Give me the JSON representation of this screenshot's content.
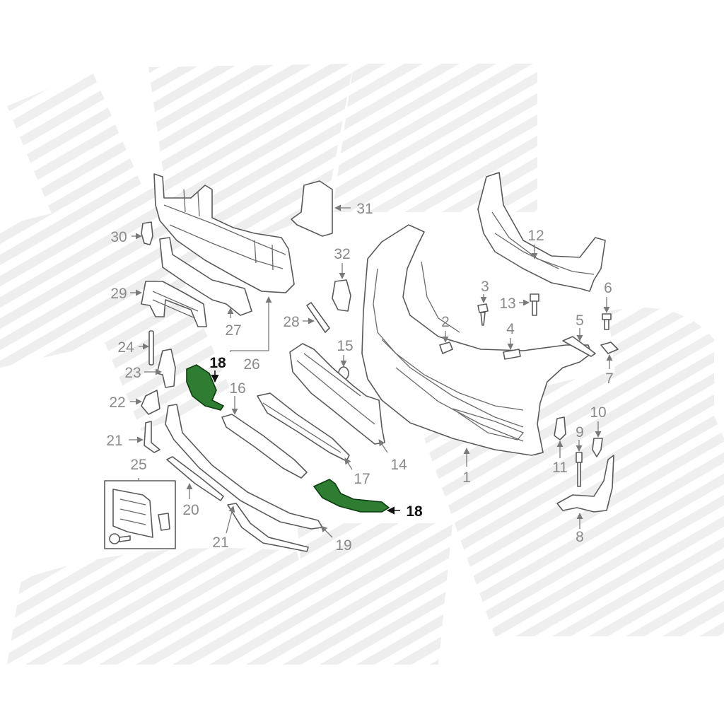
{
  "diagram": {
    "colors": {
      "highlight": "#2e7d32",
      "line": "#5a5a5a",
      "label": "#8a8a8a",
      "highlight_label": "#111111",
      "watermark": "#e6e6e6"
    },
    "callouts": [
      {
        "id": "c1",
        "text": "1"
      },
      {
        "id": "c2",
        "text": "2"
      },
      {
        "id": "c3",
        "text": "3"
      },
      {
        "id": "c4",
        "text": "4"
      },
      {
        "id": "c5",
        "text": "5"
      },
      {
        "id": "c6",
        "text": "6"
      },
      {
        "id": "c7",
        "text": "7"
      },
      {
        "id": "c8",
        "text": "8"
      },
      {
        "id": "c9",
        "text": "9"
      },
      {
        "id": "c10",
        "text": "10"
      },
      {
        "id": "c11",
        "text": "11"
      },
      {
        "id": "c12",
        "text": "12"
      },
      {
        "id": "c13",
        "text": "13"
      },
      {
        "id": "c14",
        "text": "14"
      },
      {
        "id": "c15",
        "text": "15"
      },
      {
        "id": "c16",
        "text": "16"
      },
      {
        "id": "c17",
        "text": "17"
      },
      {
        "id": "c18a",
        "text": "18",
        "highlighted": true
      },
      {
        "id": "c18b",
        "text": "18",
        "highlighted": true
      },
      {
        "id": "c19",
        "text": "19"
      },
      {
        "id": "c20",
        "text": "20"
      },
      {
        "id": "c21a",
        "text": "21"
      },
      {
        "id": "c21b",
        "text": "21"
      },
      {
        "id": "c22",
        "text": "22"
      },
      {
        "id": "c23",
        "text": "23"
      },
      {
        "id": "c24",
        "text": "24"
      },
      {
        "id": "c25",
        "text": "25"
      },
      {
        "id": "c26",
        "text": "26"
      },
      {
        "id": "c27",
        "text": "27"
      },
      {
        "id": "c28",
        "text": "28"
      },
      {
        "id": "c29",
        "text": "29"
      },
      {
        "id": "c30",
        "text": "30"
      },
      {
        "id": "c31",
        "text": "31"
      },
      {
        "id": "c32",
        "text": "32"
      }
    ]
  }
}
